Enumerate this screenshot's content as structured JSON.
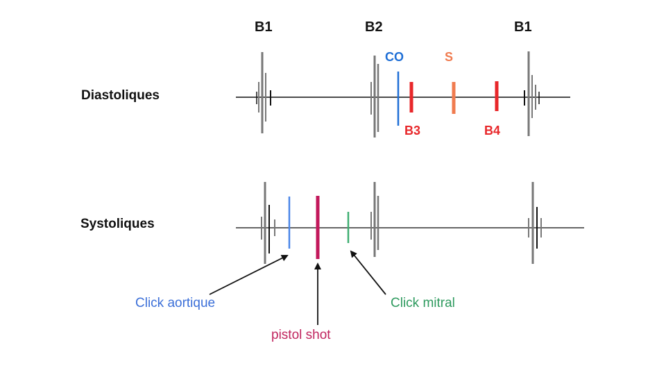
{
  "headings": {
    "b1_left": "B1",
    "b2": "B2",
    "b1_right": "B1"
  },
  "rows": {
    "diastolic": "Diastoliques",
    "systolic": "Systoliques"
  },
  "diastolic_marks": {
    "co": "CO",
    "s": "S",
    "b3": "B3",
    "b4": "B4"
  },
  "callouts": {
    "click_aortic": "Click aortique",
    "pistol_shot": "pistol shot",
    "click_mitral": "Click mitral"
  },
  "colors": {
    "line": "#111111",
    "sound": "#777777",
    "co": "#1f6fd6",
    "s": "#f07b4f",
    "b3b4": "#e8272a",
    "aortic": "#4a86e8",
    "pistol": "#c2185b",
    "mitral": "#3fae72",
    "aortic_text": "#3b6fd8",
    "pistol_text": "#c0245e",
    "mitral_text": "#2e9a5e"
  }
}
